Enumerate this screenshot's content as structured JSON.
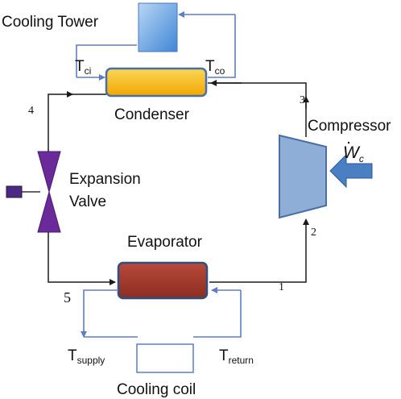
{
  "components": {
    "cooling_tower": "Cooling Tower",
    "condenser": "Condenser",
    "compressor": "Compressor",
    "expansion_valve_line1": "Expansion",
    "expansion_valve_line2": "Valve",
    "evaporator": "Evaporator",
    "cooling_coil": "Cooling coil"
  },
  "temperatures": {
    "condenser_in": {
      "main": "T",
      "sub": "ci"
    },
    "condenser_out": {
      "main": "T",
      "sub": "co"
    },
    "supply": {
      "main": "T",
      "sub": "supply"
    },
    "return": {
      "main": "T",
      "sub": "return"
    }
  },
  "work_input": {
    "main": "W",
    "sub": "c"
  },
  "state_points": {
    "p1": "1",
    "p2": "2",
    "p3": "3",
    "p4": "4",
    "p5": "5"
  },
  "colors": {
    "refrigerant_line": "#1a1a1a",
    "water_line": "#5b7fc7",
    "condenser_fill": "#f8c11c",
    "condenser_border": "#4a6fa8",
    "evaporator_fill": "#a13a2c",
    "evaporator_border": "#2f4f80",
    "tower_fill": "#6ea7e6",
    "compressor_fill": "#8eaed8",
    "compressor_border": "#4a6ea3",
    "valve_fill": "#6a2a9a",
    "work_arrow_fill": "#4a7fc4"
  }
}
